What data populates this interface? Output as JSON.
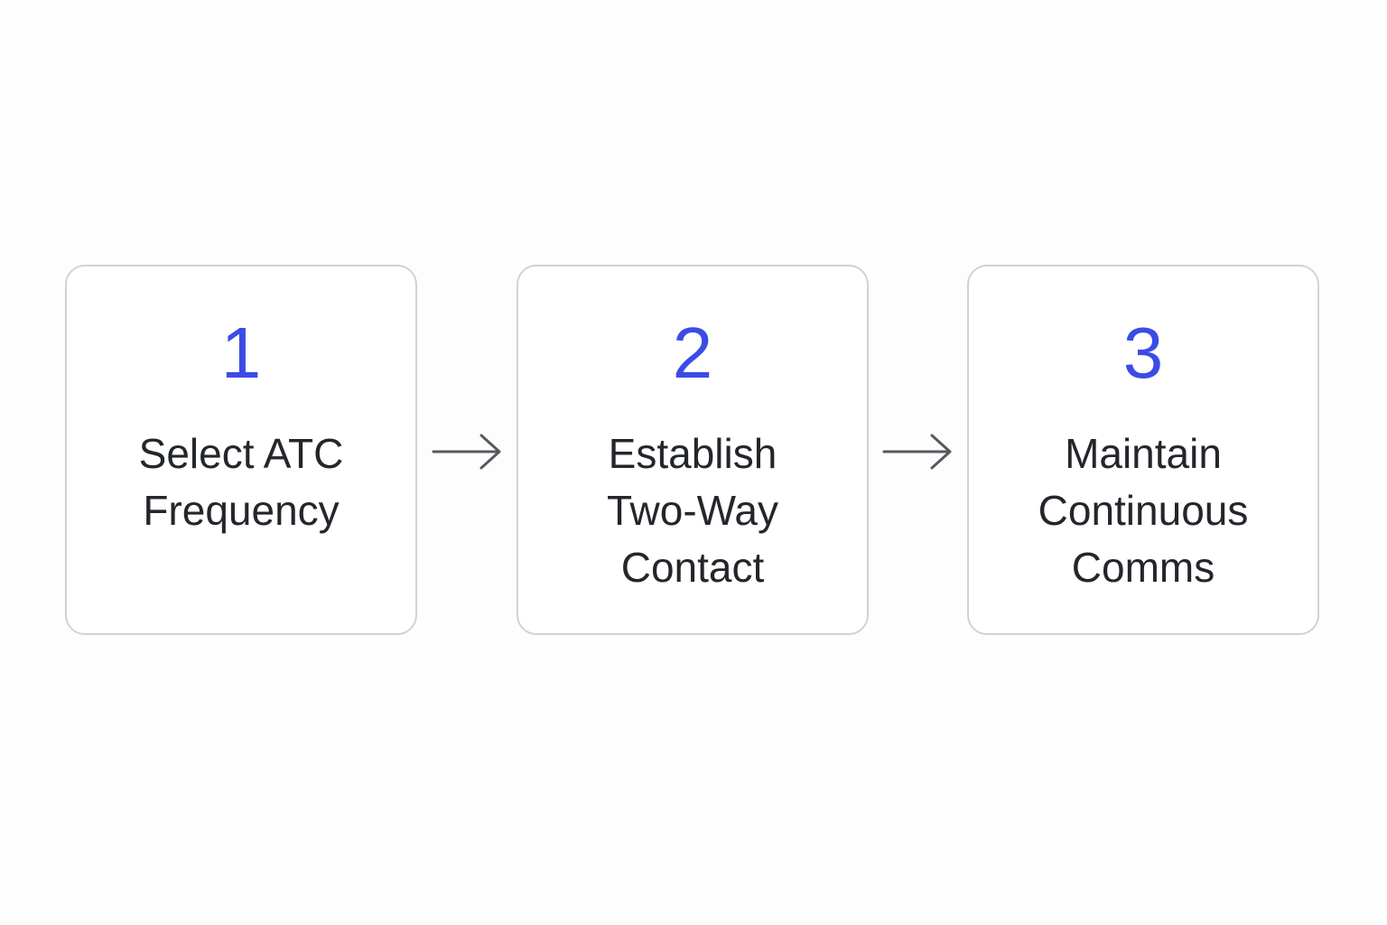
{
  "steps": [
    {
      "number": "1",
      "label_lines": [
        "Select ATC",
        "Frequency"
      ]
    },
    {
      "number": "2",
      "label_lines": [
        "Establish",
        "Two-Way",
        "Contact"
      ]
    },
    {
      "number": "3",
      "label_lines": [
        "Maintain",
        "Continuous",
        "Comms"
      ]
    }
  ],
  "colors": {
    "accent": "#3b4ce6",
    "text": "#23262b",
    "card_border": "#cfd3d9",
    "arrow": "#55595f",
    "background": "#fdfdfd"
  },
  "icons": {
    "connector": "arrow-right-icon"
  }
}
